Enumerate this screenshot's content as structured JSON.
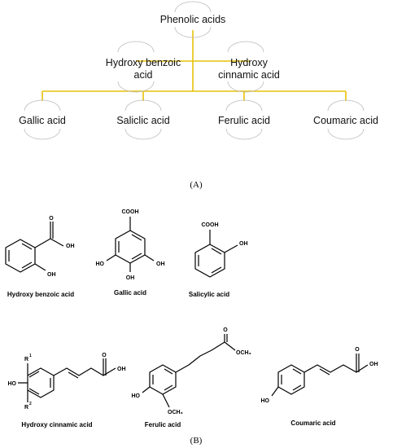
{
  "tree": {
    "root": "Phenolic acids",
    "level1": [
      [
        "Hydroxy benzoic",
        "acid"
      ],
      [
        "Hydroxy",
        "cinnamic acid"
      ]
    ],
    "level2": [
      "Gallic acid",
      "Saliclic acid",
      "Ferulic acid",
      "Coumaric acid"
    ],
    "connector_color": "#e6c20a"
  },
  "panels": {
    "a_label": "(A)",
    "b_label": "(B)"
  },
  "molecules": {
    "hydroxy_benzoic": {
      "name": "Hydroxy benzoic acid",
      "carbonyl": "O",
      "acid": "OH",
      "hydroxyl": "OH"
    },
    "gallic": {
      "name": "Gallic acid",
      "cooh": "COOH",
      "oh_left": "HO",
      "oh_right": "OH",
      "oh_bottom": "OH"
    },
    "salicylic": {
      "name": "Salicylic acid",
      "cooh": "COOH",
      "oh": "OH"
    },
    "hydroxy_cinnamic": {
      "name": "Hydroxy cinnamic acid",
      "r1": "R",
      "r1_sup": "1",
      "r2": "R",
      "r2_sup": "2",
      "ho": "HO",
      "carbonyl": "O",
      "acid": "OH"
    },
    "ferulic": {
      "name": "Ferulic acid",
      "ho": "HO",
      "carbonyl": "O",
      "ester": "OCH₃",
      "methoxy": "OCH₃"
    },
    "coumaric": {
      "name": "Coumaric acid",
      "ho": "HO",
      "carbonyl": "O",
      "acid": "OH"
    }
  }
}
